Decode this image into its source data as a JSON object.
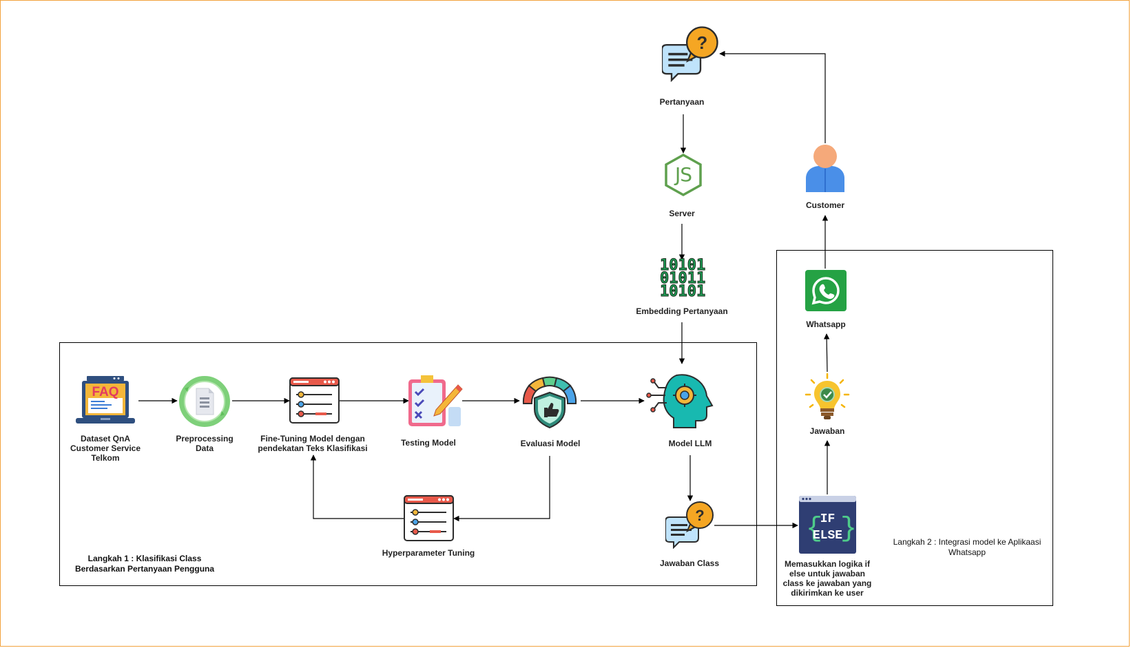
{
  "colors": {
    "frame": "#f2a23c",
    "line": "#000000",
    "text": "#222222"
  },
  "groups": {
    "step1": "Langkah 1 : Klasifikasi Class\nBerdasarkan Pertanyaan Pengguna",
    "step2": "Langkah 2 : Integrasi model ke Aplikaasi\nWhatsapp"
  },
  "nodes": {
    "dataset": {
      "label": "Dataset QnA\nCustomer Service\nTelkom",
      "icon": "faq-laptop-icon"
    },
    "preprocessing": {
      "label": "Preprocessing\nData",
      "icon": "document-cycle-icon"
    },
    "finetuning": {
      "label": "Fine-Tuning Model dengan\npendekatan Teks Klasifikasi",
      "icon": "settings-sliders-window-icon"
    },
    "testing": {
      "label": "Testing Model",
      "icon": "checklist-clipboard-icon"
    },
    "evaluasi": {
      "label": "Evaluasi Model",
      "icon": "gauge-shield-icon"
    },
    "model_llm": {
      "label": "Model LLM",
      "icon": "ai-head-gear-icon"
    },
    "hyperparameter": {
      "label": "Hyperparameter Tuning",
      "icon": "settings-sliders-window-icon"
    },
    "jawaban_class": {
      "label": "Jawaban Class",
      "icon": "question-chat-icon"
    },
    "ifelse": {
      "label": "Memasukkan logika if\nelse untuk jawaban\nclass ke jawaban yang\ndikirimkan ke user",
      "icon": "if-else-code-icon",
      "icon_text": [
        "IF",
        "ELSE"
      ]
    },
    "jawaban": {
      "label": "Jawaban",
      "icon": "lightbulb-check-icon"
    },
    "whatsapp": {
      "label": "Whatsapp",
      "icon": "whatsapp-icon"
    },
    "customer": {
      "label": "Customer",
      "icon": "user-icon"
    },
    "pertanyaan": {
      "label": "Pertanyaan",
      "icon": "question-chat-icon"
    },
    "server": {
      "label": "Server",
      "icon": "nodejs-icon",
      "icon_text": "JS"
    },
    "embedding": {
      "label": "Embedding Pertanyaan",
      "icon": "binary-code-icon",
      "icon_text": [
        "10101",
        "01011",
        "10101"
      ]
    }
  }
}
